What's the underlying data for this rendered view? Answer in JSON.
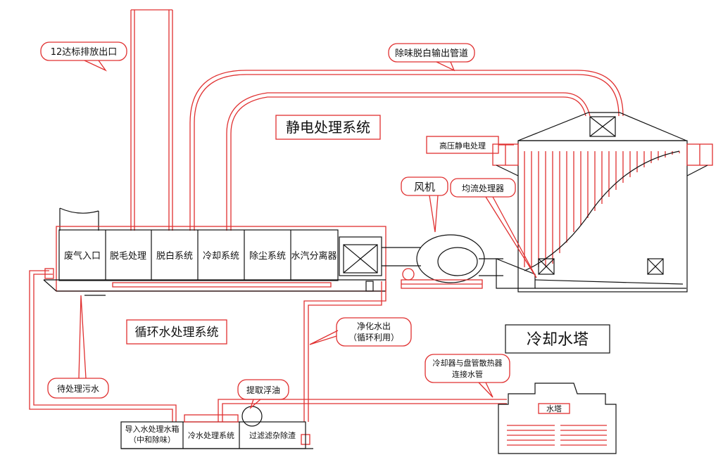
{
  "labels": {
    "outlet": "12达标排放出口",
    "deodor_pipe": "除味脱白输出管道",
    "esp_system": "静电处理系统",
    "hv_esp": "高压静电处理",
    "fan": "风机",
    "flow_equalizer": "均流处理器",
    "circ_water_system": "循环水处理系统",
    "clean_water_out_1": "净化水出",
    "clean_water_out_2": "（循环利用）",
    "cooling_tower": "冷却水塔",
    "pipe_note_1": "冷却器与盘管散热器",
    "pipe_note_2": "连接水管",
    "wastewater": "待处理污水",
    "oil_extraction": "提取浮油",
    "tower_tag": "水塔"
  },
  "modules": [
    "废气入口",
    "脱毛处理",
    "脱白系统",
    "冷却系统",
    "除尘系统",
    "水汽分离器"
  ],
  "tanks": {
    "inlet_tank_1": "导入水处理水箱",
    "inlet_tank_2": "（中和除味）",
    "cold_water": "冷水处理系统",
    "filter": "过滤滤杂除渣"
  },
  "colors": {
    "pipe": "#e03030",
    "line": "#111111"
  }
}
